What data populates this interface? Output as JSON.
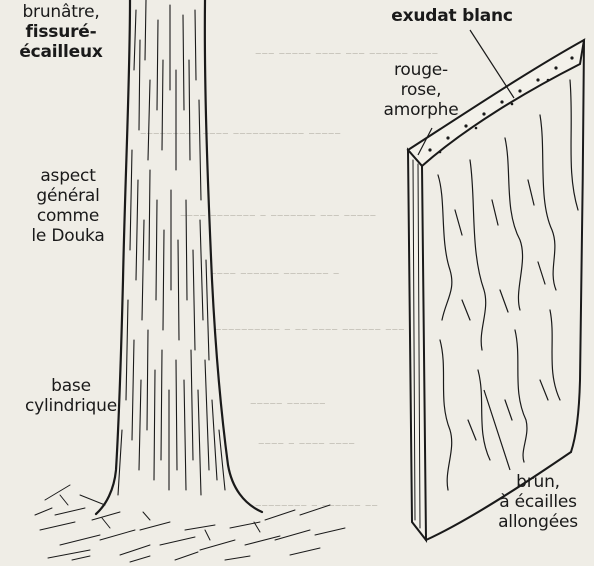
{
  "labels": {
    "bark_color": [
      "brunâtre,",
      "fissuré-",
      "écailleux"
    ],
    "aspect": [
      "aspect",
      "général",
      "comme",
      "le Douka"
    ],
    "base": [
      "base",
      "cylindrique"
    ],
    "exudate": "exudat blanc",
    "slash": [
      "rouge-",
      "rose,",
      "amorphe"
    ],
    "scales": [
      "brun,",
      "à écailles",
      "allongées"
    ]
  },
  "colors": {
    "paper": "#efede6",
    "ink": "#1a1a1a"
  }
}
